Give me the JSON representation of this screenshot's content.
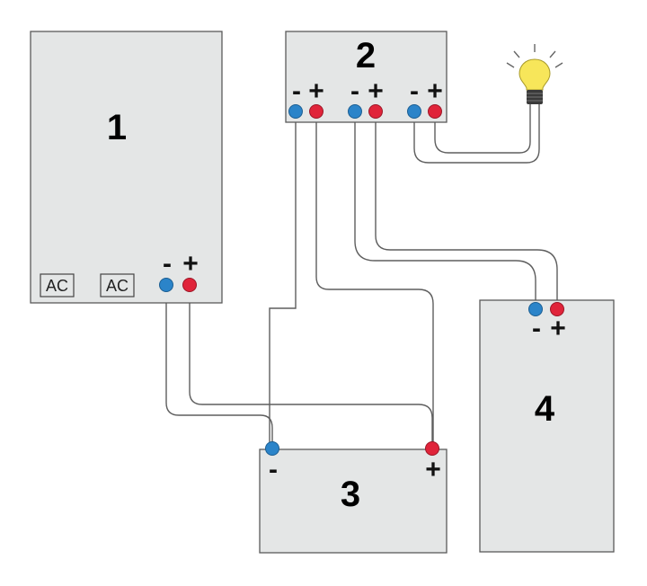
{
  "units": [
    {
      "id": "1",
      "label": "1"
    },
    {
      "id": "2",
      "label": "2"
    },
    {
      "id": "3",
      "label": "3"
    },
    {
      "id": "4",
      "label": "4"
    }
  ],
  "unit1": {
    "ac_inputs": [
      "AC",
      "AC"
    ],
    "neg_sign": "-",
    "pos_sign": "+"
  },
  "unit2": {
    "outputs": [
      {
        "neg_sign": "-",
        "pos_sign": "+"
      },
      {
        "neg_sign": "-",
        "pos_sign": "+"
      },
      {
        "neg_sign": "-",
        "pos_sign": "+"
      }
    ]
  },
  "unit3": {
    "neg_sign": "-",
    "pos_sign": "+"
  },
  "unit4": {
    "neg_sign": "-",
    "pos_sign": "+"
  },
  "colors": {
    "negative_terminal": "#2b84c9",
    "positive_terminal": "#e0243a",
    "box_fill": "#e4e6e6",
    "bulb_glass": "#f7e65a",
    "bulb_base": "#3a3a3a"
  }
}
